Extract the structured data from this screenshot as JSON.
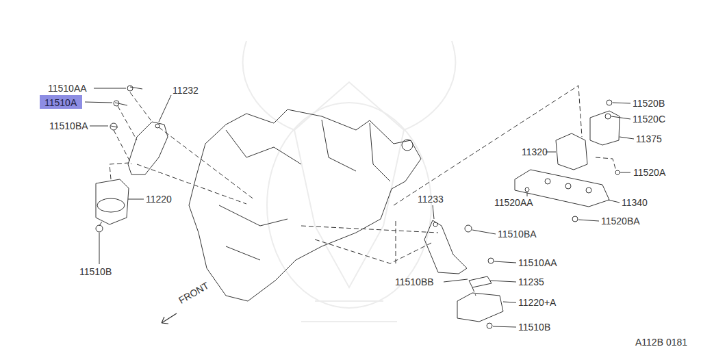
{
  "diagram": {
    "nodes": [
      {
        "text": [
          "11510A"
        ]
      }
    ],
    "labels": [
      "11510AA",
      "11232",
      "11510BA",
      "11220",
      "11510B",
      "11233",
      "11510BA",
      "11510AA",
      "11510BB",
      "11235",
      "11220+A",
      "11510B",
      "11520B",
      "11520C",
      "11375",
      "11320",
      "11520A",
      "11520AA",
      "11340",
      "11520BA",
      "FRONT",
      "A112B 0181"
    ]
  }
}
